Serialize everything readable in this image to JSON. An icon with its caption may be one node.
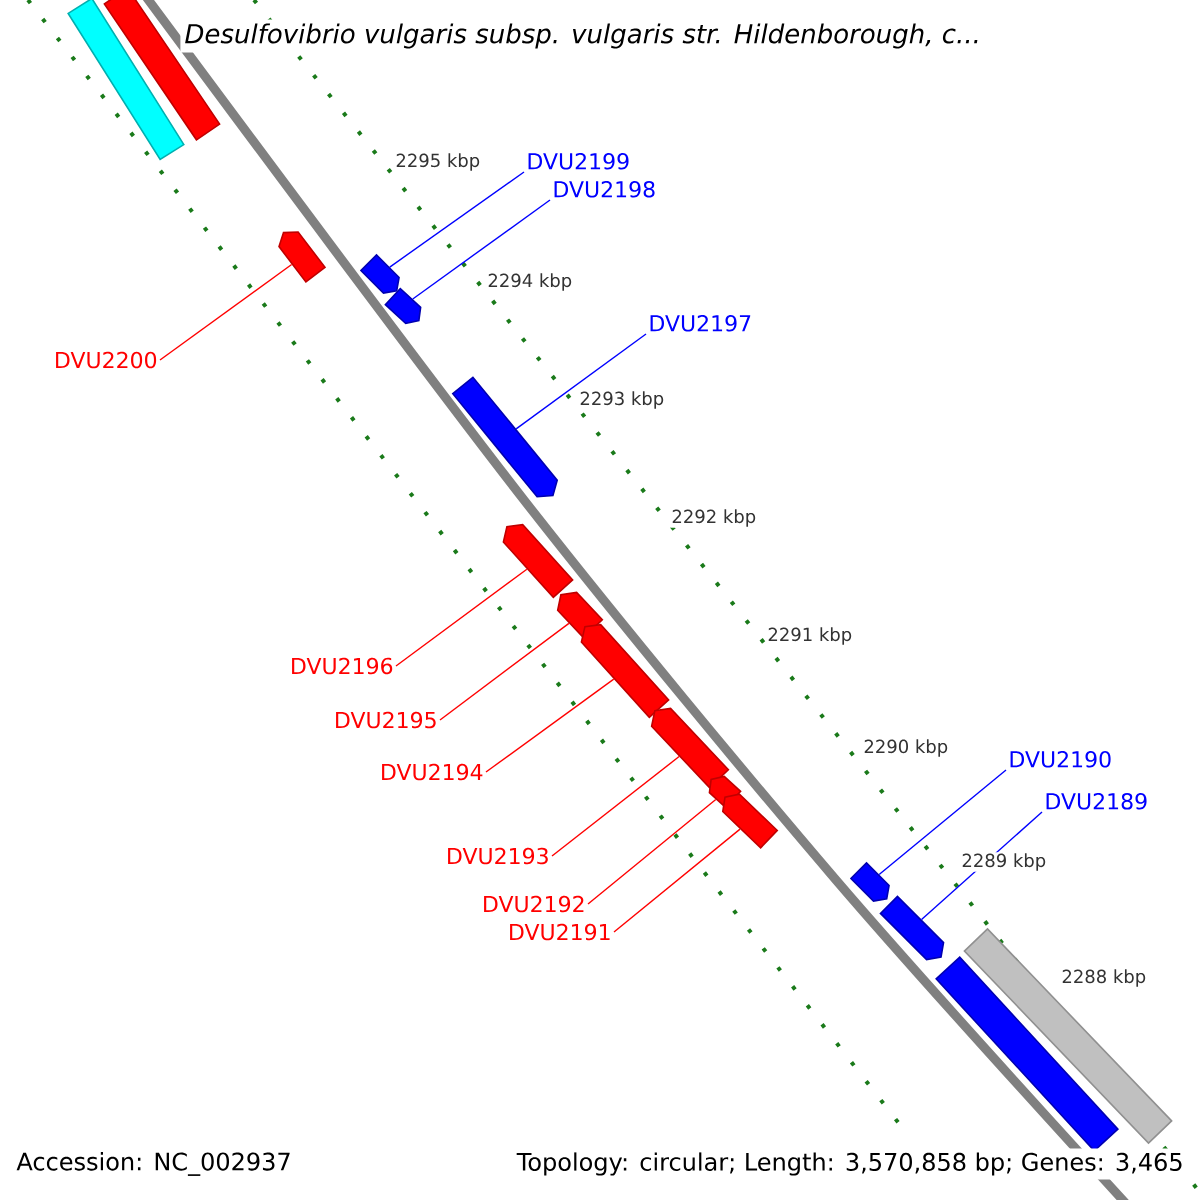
{
  "diagram": {
    "title": "Desulfovibrio vulgaris subsp. vulgaris str. Hildenborough, c...",
    "nodes": [
      {
        "text": [],
        "shape": "bar"
      },
      {
        "text": [],
        "shape": "bar"
      },
      {
        "text": [],
        "shape": "pentagon"
      },
      {
        "text": [],
        "shape": "pentagon"
      },
      {
        "text": [],
        "shape": "pentagon"
      },
      {
        "text": [],
        "shape": "pentagon"
      },
      {
        "text": [],
        "shape": "pentagon"
      },
      {
        "text": [],
        "shape": "pentagon"
      },
      {
        "text": [],
        "shape": "pentagon"
      },
      {
        "text": [],
        "shape": "pentagon"
      },
      {
        "text": [],
        "shape": "pentagon"
      },
      {
        "text": [],
        "shape": "pentagon"
      },
      {
        "text": [],
        "shape": "pentagon"
      },
      {
        "text": [],
        "shape": "pentagon"
      },
      {
        "text": [],
        "shape": "bar"
      },
      {
        "text": [],
        "shape": "bar"
      },
      {
        "text": [
          "DVU2199"
        ]
      },
      {
        "text": [
          "DVU2198"
        ]
      },
      {
        "text": [
          "DVU2197"
        ]
      },
      {
        "text": [
          "DVU2200"
        ]
      },
      {
        "text": [
          "DVU2196"
        ]
      },
      {
        "text": [
          "DVU2195"
        ]
      },
      {
        "text": [
          "DVU2194"
        ]
      },
      {
        "text": [
          "DVU2193"
        ]
      },
      {
        "text": [
          "DVU2192"
        ]
      },
      {
        "text": [
          "DVU2191"
        ]
      },
      {
        "text": [
          "DVU2190"
        ]
      },
      {
        "text": [
          "DVU2189"
        ]
      }
    ],
    "edges": [
      {
        "from": 16,
        "to": 3,
        "arrow": "none",
        "color": "#0000ff"
      },
      {
        "from": 17,
        "to": 4,
        "arrow": "none",
        "color": "#0000ff"
      },
      {
        "from": 18,
        "to": 5,
        "arrow": "none",
        "color": "#0000ff"
      },
      {
        "from": 19,
        "to": 2,
        "arrow": "none",
        "color": "#ff0000"
      },
      {
        "from": 20,
        "to": 6,
        "arrow": "none",
        "color": "#ff0000"
      },
      {
        "from": 21,
        "to": 7,
        "arrow": "none",
        "color": "#ff0000"
      },
      {
        "from": 22,
        "to": 8,
        "arrow": "none",
        "color": "#ff0000"
      },
      {
        "from": 23,
        "to": 9,
        "arrow": "none",
        "color": "#ff0000"
      },
      {
        "from": 24,
        "to": 10,
        "arrow": "none",
        "color": "#ff0000"
      },
      {
        "from": 25,
        "to": 11,
        "arrow": "none",
        "color": "#ff0000"
      },
      {
        "from": 26,
        "to": 12,
        "arrow": "none",
        "color": "#0000ff"
      },
      {
        "from": 27,
        "to": 13,
        "arrow": "none",
        "color": "#0000ff"
      }
    ],
    "labels": [
      "2295 kbp",
      "2294 kbp",
      "2293 kbp",
      "2292 kbp",
      "2291 kbp",
      "2290 kbp",
      "2289 kbp",
      "2288 kbp",
      "Accession: NC_002937",
      "Topology: circular; Length: 3,570,858 bp; Genes: 3,465"
    ]
  }
}
